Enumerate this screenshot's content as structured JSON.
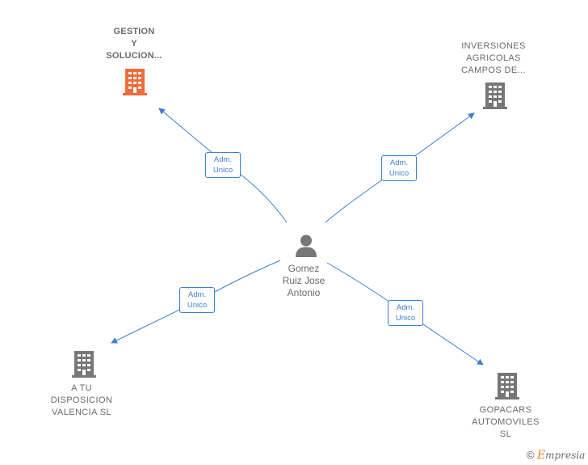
{
  "center": {
    "name_lines": [
      "Gomez",
      "Ruiz Jose",
      "Antonio"
    ],
    "icon": "person-icon"
  },
  "companies": [
    {
      "id": "gestion",
      "name_lines": [
        "GESTION",
        "Y",
        "SOLUCION..."
      ],
      "icon": "building-icon",
      "color": "#f26b3a",
      "highlighted": true
    },
    {
      "id": "inversiones",
      "name_lines": [
        "INVERSIONES",
        "AGRICOLAS",
        "CAMPOS DE..."
      ],
      "icon": "building-icon",
      "color": "#777777",
      "highlighted": false
    },
    {
      "id": "a-tu-disposicion",
      "name_lines": [
        "A TU",
        "DISPOSICION",
        "VALENCIA SL"
      ],
      "icon": "building-icon",
      "color": "#777777",
      "highlighted": false
    },
    {
      "id": "gopacars",
      "name_lines": [
        "GOPACARS",
        "AUTOMOVILES",
        "SL"
      ],
      "icon": "building-icon",
      "color": "#777777",
      "highlighted": false
    }
  ],
  "relations": [
    {
      "to": "gestion",
      "label_lines": [
        "Adm.",
        "Unico"
      ]
    },
    {
      "to": "inversiones",
      "label_lines": [
        "Adm.",
        "Unico"
      ]
    },
    {
      "to": "a-tu-disposicion",
      "label_lines": [
        "Adm.",
        "Unico"
      ]
    },
    {
      "to": "gopacars",
      "label_lines": [
        "Adm.",
        "Unico"
      ]
    }
  ],
  "colors": {
    "edge": "#3d7fd0",
    "label_text": "#6a6a6a",
    "highlight": "#f26b3a",
    "building": "#777777"
  },
  "footer": {
    "copyright_symbol": "©",
    "brand_first": "E",
    "brand_rest": "mpresia"
  }
}
